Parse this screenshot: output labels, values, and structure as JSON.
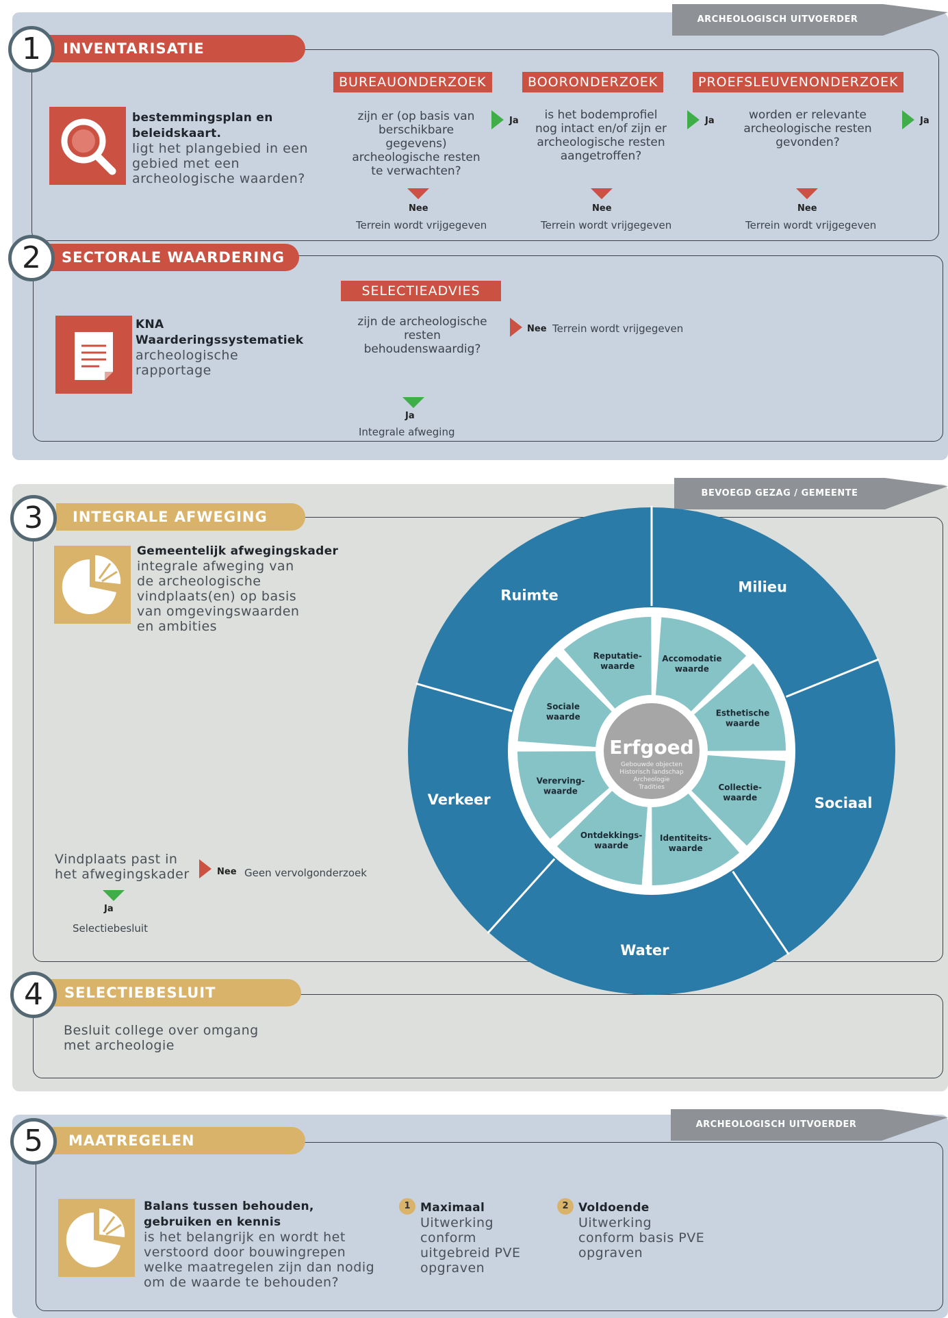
{
  "colors": {
    "panel_blue": "#c8d3df",
    "panel_grey": "#dcdfdb",
    "red": "#cb5242",
    "gold": "#d9b36a",
    "green": "#3fae49",
    "wheel_outer": "#2a7ba8",
    "wheel_inner": "#86c3c6",
    "erfgoed_grey": "#a6a6a6"
  },
  "roles": {
    "top": "ARCHEOLOGISCH UITVOERDER",
    "middle": "BEVOEGD GEZAG / GEMEENTE",
    "bottom": "ARCHEOLOGISCH UITVOERDER"
  },
  "step1": {
    "number": "1",
    "title": "INVENTARISATIE",
    "icon": "search-icon",
    "desc_bold": "bestemmingsplan en beleidskaart.",
    "desc_line1": "ligt het plangebied in een",
    "desc_line2": "gebied met een",
    "desc_line3": "archeologische waarden?",
    "stages": [
      {
        "label": "BUREAUONDERZOEK",
        "q1": "zijn er (op basis van",
        "q2": "berschikbare",
        "q3": "gegevens)",
        "q4": "archeologische resten",
        "q5": "te verwachten?",
        "yes": "Ja",
        "no": "Nee",
        "no_result": "Terrein wordt vrijgegeven"
      },
      {
        "label": "BOORONDERZOEK",
        "q1": "is het bodemprofiel",
        "q2": "nog intact en/of zijn er",
        "q3": "archeologische resten",
        "q4": "aangetroffen?",
        "q5": "",
        "yes": "Ja",
        "no": "Nee",
        "no_result": "Terrein wordt vrijgegeven"
      },
      {
        "label": "PROEFSLEUVENONDERZOEK",
        "q1": "worden er relevante",
        "q2": "archeologische resten",
        "q3": "gevonden?",
        "q4": "",
        "q5": "",
        "yes": "Ja",
        "no": "Nee",
        "no_result": "Terrein wordt vrijgegeven"
      }
    ]
  },
  "step2": {
    "number": "2",
    "title": "SECTORALE WAARDERING",
    "icon": "document-icon",
    "desc_bold1": "KNA",
    "desc_bold2": "Waarderingssystematiek",
    "desc_line1": "archeologische",
    "desc_line2": "rapportage",
    "stage_label": "SELECTIEADVIES",
    "q1": "zijn de archeologische",
    "q2": "resten",
    "q3": "behoudenswaardig?",
    "no": "Nee",
    "no_result": "Terrein wordt vrijgegeven",
    "yes": "Ja",
    "yes_result": "Integrale afweging"
  },
  "step3": {
    "number": "3",
    "title": "INTEGRALE AFWEGING",
    "icon": "pie-chart-icon",
    "desc_bold": "Gemeentelijk afwegingskader",
    "desc_line1": "integrale afweging van",
    "desc_line2": "de archeologische",
    "desc_line3": "vindplaats(en) op basis",
    "desc_line4": "van omgevingswaarden",
    "desc_line5": "en ambities",
    "fit_line1": "Vindplaats past in",
    "fit_line2": "het afwegingskader",
    "no": "Nee",
    "no_result": "Geen vervolgonderzoek",
    "yes": "Ja",
    "yes_result": "Selectiebesluit",
    "wheel": {
      "outer": [
        "Milieu",
        "Sociaal",
        "Water",
        "Verkeer",
        "Ruimte"
      ],
      "inner": [
        {
          "l1": "Accomodatie",
          "l2": "waarde"
        },
        {
          "l1": "Esthetische",
          "l2": "waarde"
        },
        {
          "l1": "Collectie-",
          "l2": "waarde"
        },
        {
          "l1": "Identiteits-",
          "l2": "waarde"
        },
        {
          "l1": "Ontdekkings-",
          "l2": "waarde"
        },
        {
          "l1": "Vererving-",
          "l2": "waarde"
        },
        {
          "l1": "Sociale",
          "l2": "waarde"
        },
        {
          "l1": "Reputatie-",
          "l2": "waarde"
        }
      ],
      "center_title": "Erfgoed",
      "center_lines": [
        "Gebouwde objecten",
        "Historisch landschap",
        "Archeologie",
        "Tradities"
      ]
    }
  },
  "step4": {
    "number": "4",
    "title": "SELECTIEBESLUIT",
    "desc_line1": "Besluit college over omgang",
    "desc_line2": "met archeologie"
  },
  "step5": {
    "number": "5",
    "title": "MAATREGELEN",
    "icon": "pie-chart-icon",
    "desc_bold1": "Balans tussen behouden,",
    "desc_bold2": "gebruiken en kennis",
    "desc_line1": "is het belangrijk en wordt het",
    "desc_line2": "verstoord door bouwingrepen",
    "desc_line3": "welke maatregelen zijn dan nodig",
    "desc_line4": "om de waarde te behouden?",
    "options": [
      {
        "badge": "1",
        "title": "Maximaal",
        "l1": "Uitwerking",
        "l2": "conform",
        "l3": "uitgebreid PVE",
        "l4": "opgraven"
      },
      {
        "badge": "2",
        "title": "Voldoende",
        "l1": "Uitwerking",
        "l2": "conform basis PVE",
        "l3": "opgraven",
        "l4": ""
      }
    ]
  }
}
